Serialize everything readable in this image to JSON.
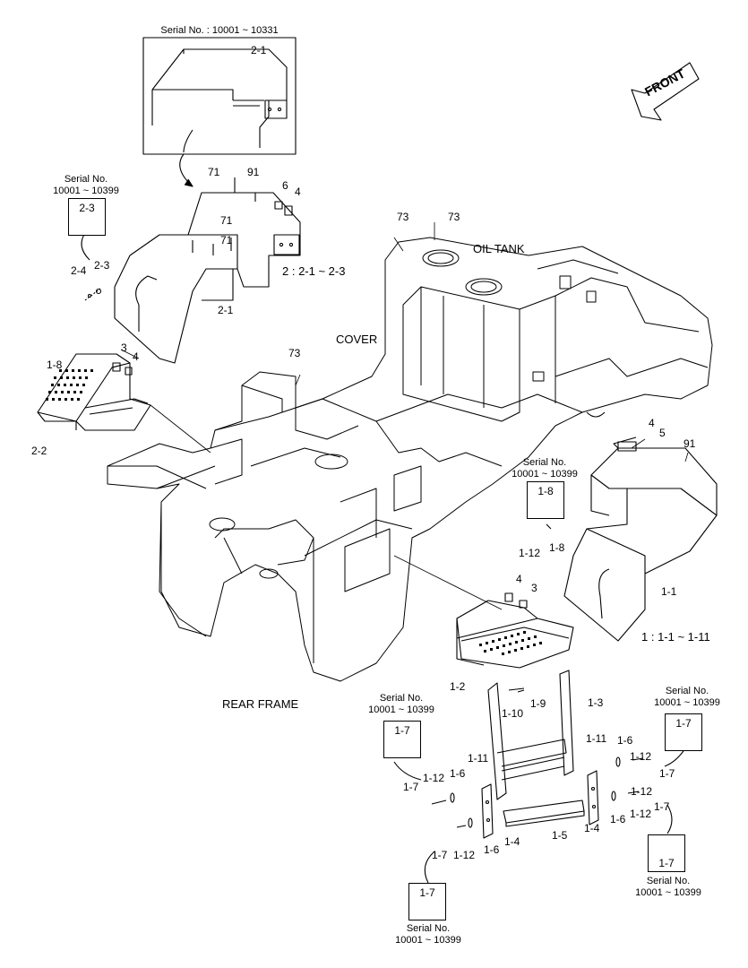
{
  "serial_top": "Serial No. : 10001 ~ 10331",
  "front_label": "FRONT",
  "titles": {
    "oil_tank": "OIL TANK",
    "cover": "COVER",
    "rear_frame": "REAR FRAME",
    "group2": "2 : 2-1 ~ 2-3",
    "group1": "1 : 1-1 ~ 1-11"
  },
  "serial_label": "Serial No.",
  "serial_range": "10001 ~ 10399",
  "parts": {
    "p71a": "71",
    "p91a": "91",
    "p6": "6",
    "p4a": "4",
    "p71b": "71",
    "p71c": "71",
    "p2_1_top": "2-1",
    "p2_1": "2-1",
    "p2_3": "2-3",
    "p2_4": "2-4",
    "p2_2": "2-2",
    "p1_8a": "1-8",
    "p3a": "3",
    "p4b": "4",
    "p73a": "73",
    "p73b": "73",
    "p73c": "73",
    "p4c": "4",
    "p5": "5",
    "p91b": "91",
    "p1_12a": "1-12",
    "p1_8b": "1-8",
    "p4d": "4",
    "p3b": "3",
    "p1_1": "1-1",
    "p1_2": "1-2",
    "p1_3": "1-3",
    "p1_9": "1-9",
    "p1_10": "1-10",
    "p1_11a": "1-11",
    "p1_11b": "1-11",
    "p1_6a": "1-6",
    "p1_6b": "1-6",
    "p1_6c": "1-6",
    "p1_6d": "1-6",
    "p1_12b": "1-12",
    "p1_12c": "1-12",
    "p1_12d": "1-12",
    "p1_12e": "1-12",
    "p1_7a": "1-7",
    "p1_7b": "1-7",
    "p1_7c": "1-7",
    "p1_7d": "1-7",
    "p1_4a": "1-4",
    "p1_4b": "1-4",
    "p1_5": "1-5"
  },
  "details": {
    "d2_3": "2-3",
    "d1_8": "1-8",
    "d1_7_left": "1-7",
    "d1_7_right": "1-7",
    "d1_7_bottom": "1-7",
    "d1_7_br": "1-7"
  }
}
